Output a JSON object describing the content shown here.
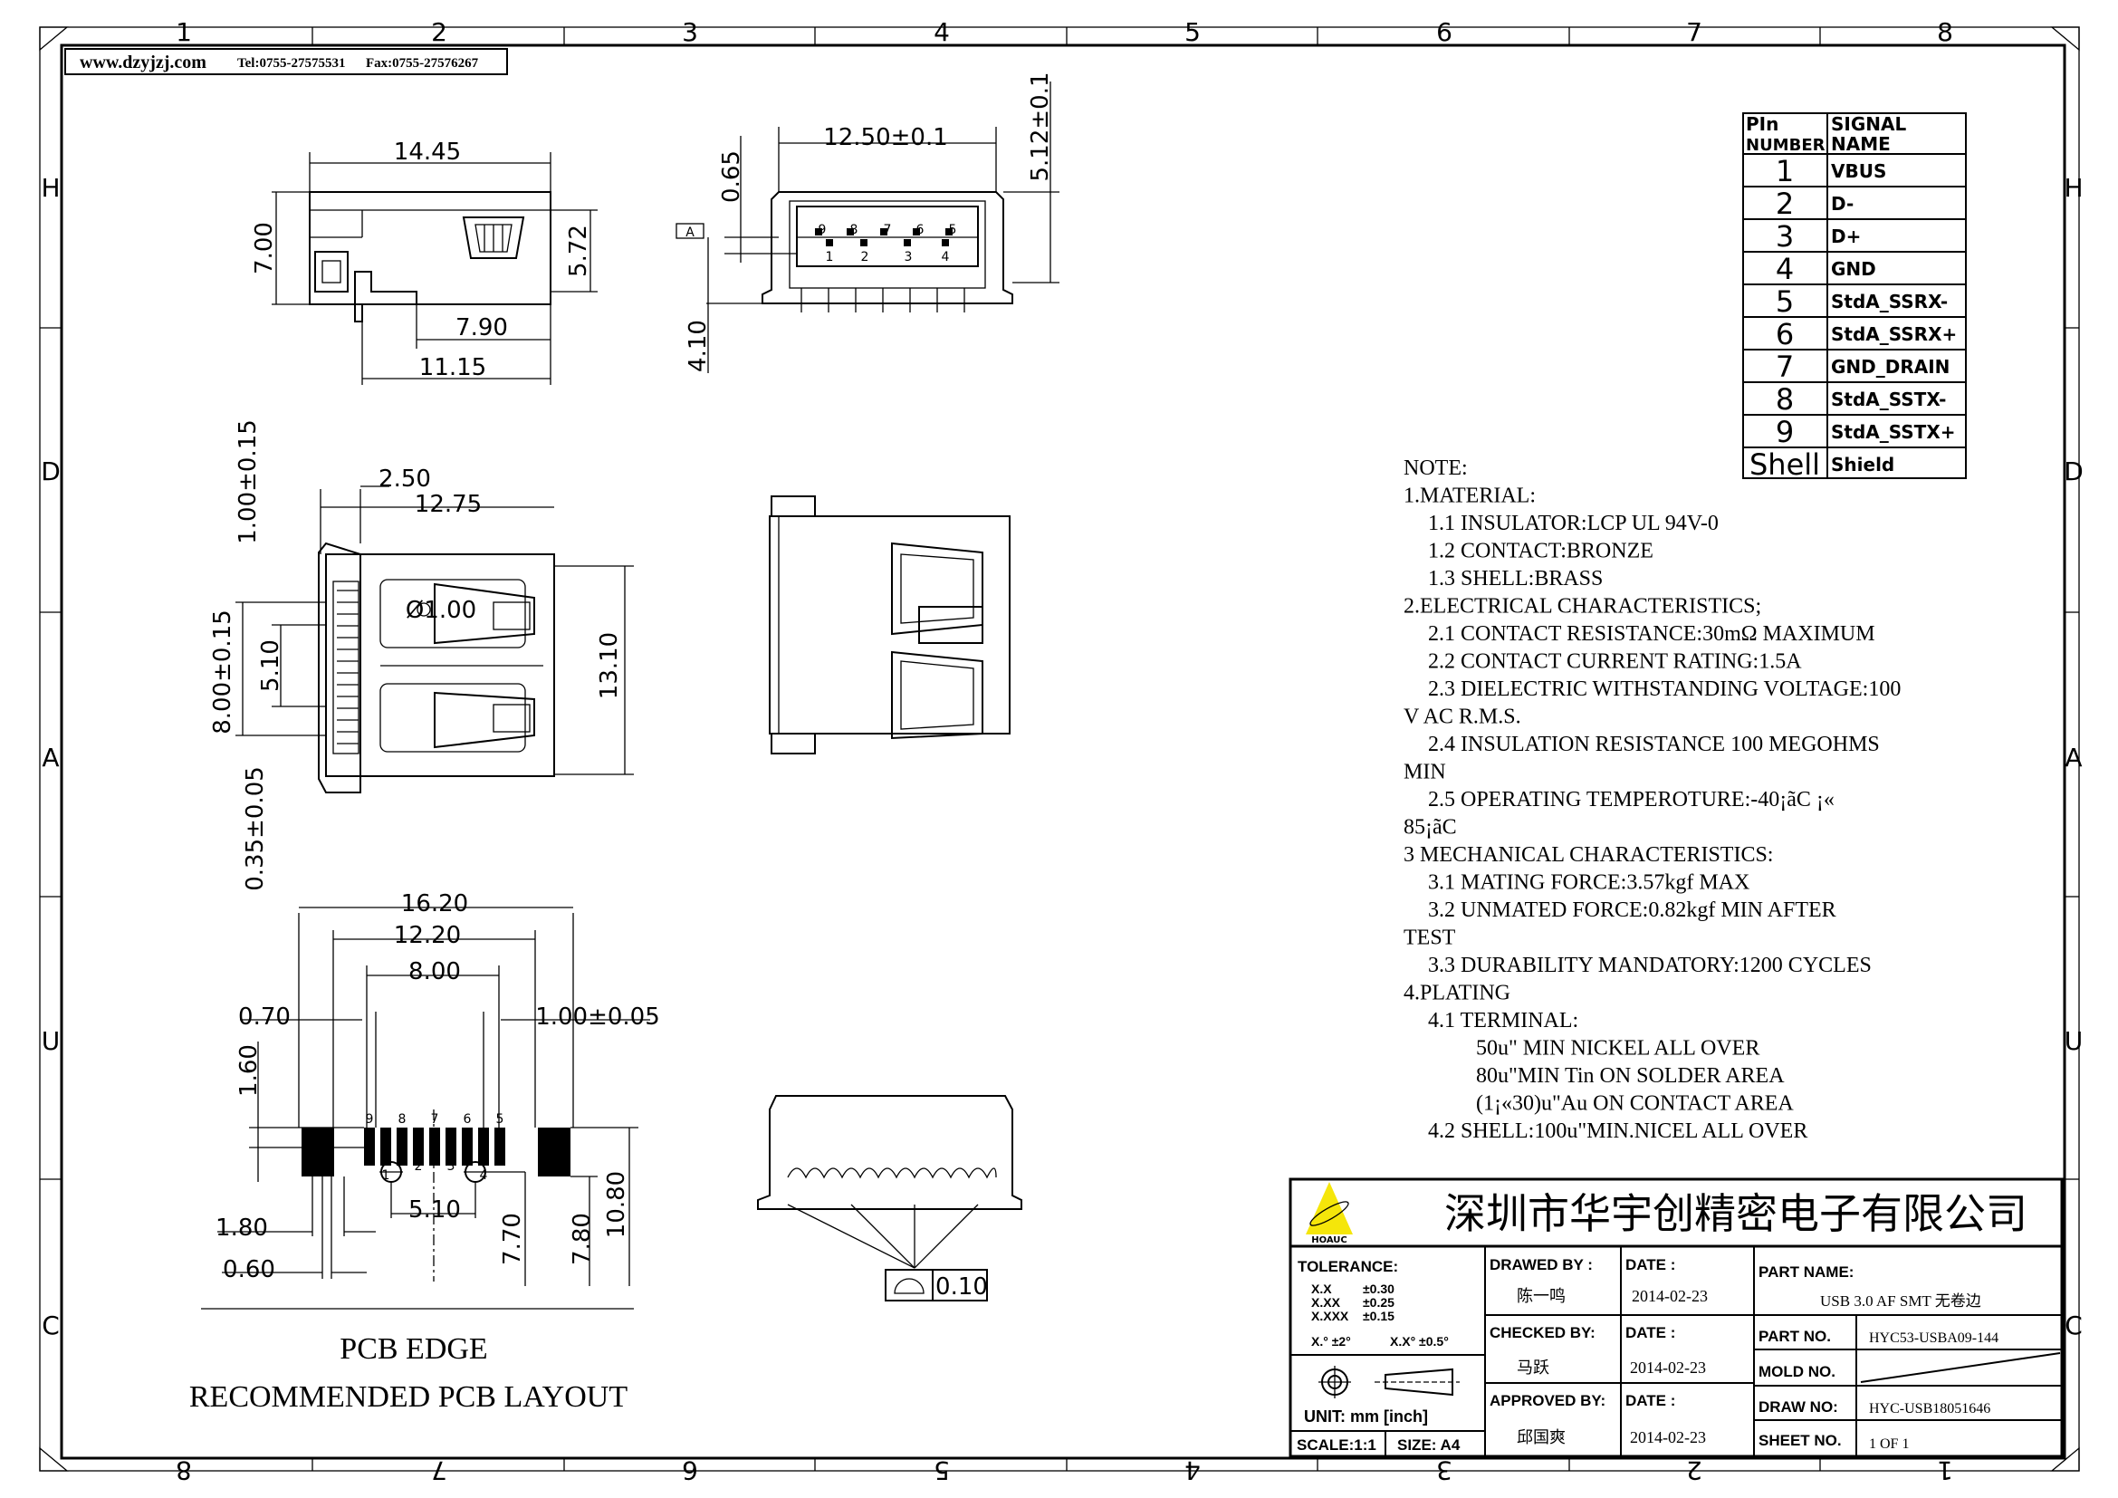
{
  "header": {
    "website": "www.dzyjzj.com",
    "tel": "Tel:0755-27575531",
    "fax": "Fax:0755-27576267"
  },
  "grid": {
    "columns_top": [
      "1",
      "2",
      "3",
      "4",
      "5",
      "6",
      "7",
      "8"
    ],
    "columns_bottom": [
      "8",
      "7",
      "6",
      "5",
      "4",
      "3",
      "2",
      "1"
    ],
    "rows": [
      "H",
      "D",
      "A",
      "U",
      "C"
    ]
  },
  "pin_table": {
    "header_pin": [
      "PIn",
      "NUMBER"
    ],
    "header_signal": [
      "SIGNAL",
      "NAME"
    ],
    "rows": [
      {
        "pin": "1",
        "signal": "VBUS"
      },
      {
        "pin": "2",
        "signal": "D-"
      },
      {
        "pin": "3",
        "signal": "D+"
      },
      {
        "pin": "4",
        "signal": "GND"
      },
      {
        "pin": "5",
        "signal": "StdA_SSRX-"
      },
      {
        "pin": "6",
        "signal": "StdA_SSRX+"
      },
      {
        "pin": "7",
        "signal": "GND_DRAIN"
      },
      {
        "pin": "8",
        "signal": "StdA_SSTX-"
      },
      {
        "pin": "9",
        "signal": "StdA_SSTX+"
      },
      {
        "pin": "Shell",
        "signal": "Shield"
      }
    ]
  },
  "notes": [
    {
      "text": "NOTE:",
      "indent": 0
    },
    {
      "text": "1.MATERIAL:",
      "indent": 0
    },
    {
      "text": "1.1 INSULATOR:LCP UL 94V-0",
      "indent": 1
    },
    {
      "text": "1.2 CONTACT:BRONZE",
      "indent": 1
    },
    {
      "text": "1.3 SHELL:BRASS",
      "indent": 1
    },
    {
      "text": "2.ELECTRICAL CHARACTERISTICS;",
      "indent": 0
    },
    {
      "text": "2.1 CONTACT RESISTANCE:30mΩ MAXIMUM",
      "indent": 1
    },
    {
      "text": "2.2 CONTACT CURRENT RATING:1.5A",
      "indent": 1
    },
    {
      "text": "2.3 DIELECTRIC WITHSTANDING VOLTAGE:100",
      "indent": 1
    },
    {
      "text": "V AC R.M.S.",
      "indent": 0
    },
    {
      "text": "2.4 INSULATION RESISTANCE 100 MEGOHMS",
      "indent": 1
    },
    {
      "text": "MIN",
      "indent": 0
    },
    {
      "text": "2.5 OPERATING TEMPEROTURE:-40¡ãC ¡«",
      "indent": 1
    },
    {
      "text": "85¡ãC",
      "indent": 0
    },
    {
      "text": "3 MECHANICAL CHARACTERISTICS:",
      "indent": 0
    },
    {
      "text": "3.1 MATING FORCE:3.57kgf MAX",
      "indent": 1
    },
    {
      "text": "3.2 UNMATED FORCE:0.82kgf MIN AFTER",
      "indent": 1
    },
    {
      "text": "TEST",
      "indent": 0
    },
    {
      "text": "3.3 DURABILITY MANDATORY:1200 CYCLES",
      "indent": 1
    },
    {
      "text": "4.PLATING",
      "indent": 0
    },
    {
      "text": "4.1 TERMINAL:",
      "indent": 1
    },
    {
      "text": "50u\" MIN NICKEL ALL OVER",
      "indent": 2
    },
    {
      "text": "80u\"MIN Tin ON SOLDER AREA",
      "indent": 2
    },
    {
      "text": "(1¡«30)u\"Au ON CONTACT AREA",
      "indent": 2
    },
    {
      "text": "4.2 SHELL:100u\"MIN.NICEL ALL OVER",
      "indent": 1
    }
  ],
  "dimensions": {
    "side": {
      "length": "14.45",
      "height": "7.00",
      "body_height": "5.72",
      "leg": "7.90",
      "overall": "11.15"
    },
    "front": {
      "width": "12.50±0.1",
      "height": "5.12±0.1",
      "offset": "0.65",
      "depth": "4.10",
      "datum": "A",
      "pins_top": [
        "9",
        "8",
        "7",
        "6",
        "5"
      ],
      "pins_bottom": [
        "1",
        "2",
        "3",
        "4"
      ]
    },
    "top": {
      "tab": "1.00±0.15",
      "pitch": "2.50",
      "length": "12.75",
      "hole": "Ø1.00",
      "pin_span": "8.00±0.15",
      "hole_pitch": "5.10",
      "width": "13.10",
      "pin_width": "0.35±0.05"
    },
    "pcb": {
      "overall": "16.20",
      "shell_span": "12.20",
      "pin_span": "8.00",
      "pad_width": "0.70",
      "pitch": "1.00±0.05",
      "pad_length": "1.60",
      "hole_pitch": "5.10",
      "hole_dist": "7.70",
      "shell_pad_dist": "7.80",
      "depth": "10.80",
      "edge_1": "1.80",
      "edge_2": "0.60",
      "pins_top": [
        "9",
        "8",
        "7",
        "6",
        "5"
      ],
      "pins_bottom": [
        "1",
        "2",
        "3",
        "4"
      ],
      "edge_label": "PCB EDGE",
      "caption": "RECOMMENDED PCB LAYOUT"
    },
    "bottom": {
      "flatness": "0.10"
    }
  },
  "title_block": {
    "logo_text": "HOAUC",
    "company": "深圳市华宇创精密电子有限公司",
    "tolerance_label": "TOLERANCE:",
    "tolerances": [
      {
        "format": "X.X",
        "value": "±0.30"
      },
      {
        "format": "X.XX",
        "value": "±0.25"
      },
      {
        "format": "X.XXX",
        "value": "±0.15"
      }
    ],
    "angle_tol_1": "X.° ±2°",
    "angle_tol_2": "X.X° ±0.5°",
    "unit": "UNIT:  mm  [inch]",
    "scale": "SCALE:1:1",
    "size": "SIZE: A4",
    "drawed_by_label": "DRAWED BY :",
    "drawed_by": "陈一鸣",
    "checked_by_label": "CHECKED BY:",
    "checked_by": "马跃",
    "approved_by_label": "APPROVED BY:",
    "approved_by": "邱国爽",
    "date_label": "DATE :",
    "date_drawed": "2014-02-23",
    "date_checked": "2014-02-23",
    "date_approved": "2014-02-23",
    "part_name_label": "PART NAME:",
    "part_name": "USB 3.0 AF SMT 无卷边",
    "part_no_label": "PART NO.",
    "part_no": "HYC53-USBA09-144",
    "mold_no_label": "MOLD NO.",
    "mold_no": "",
    "draw_no_label": "DRAW NO:",
    "draw_no": "HYC-USB18051646",
    "sheet_no_label": "SHEET NO.",
    "sheet_no": "1 OF 1",
    "logo_color": "#f5e60a"
  }
}
